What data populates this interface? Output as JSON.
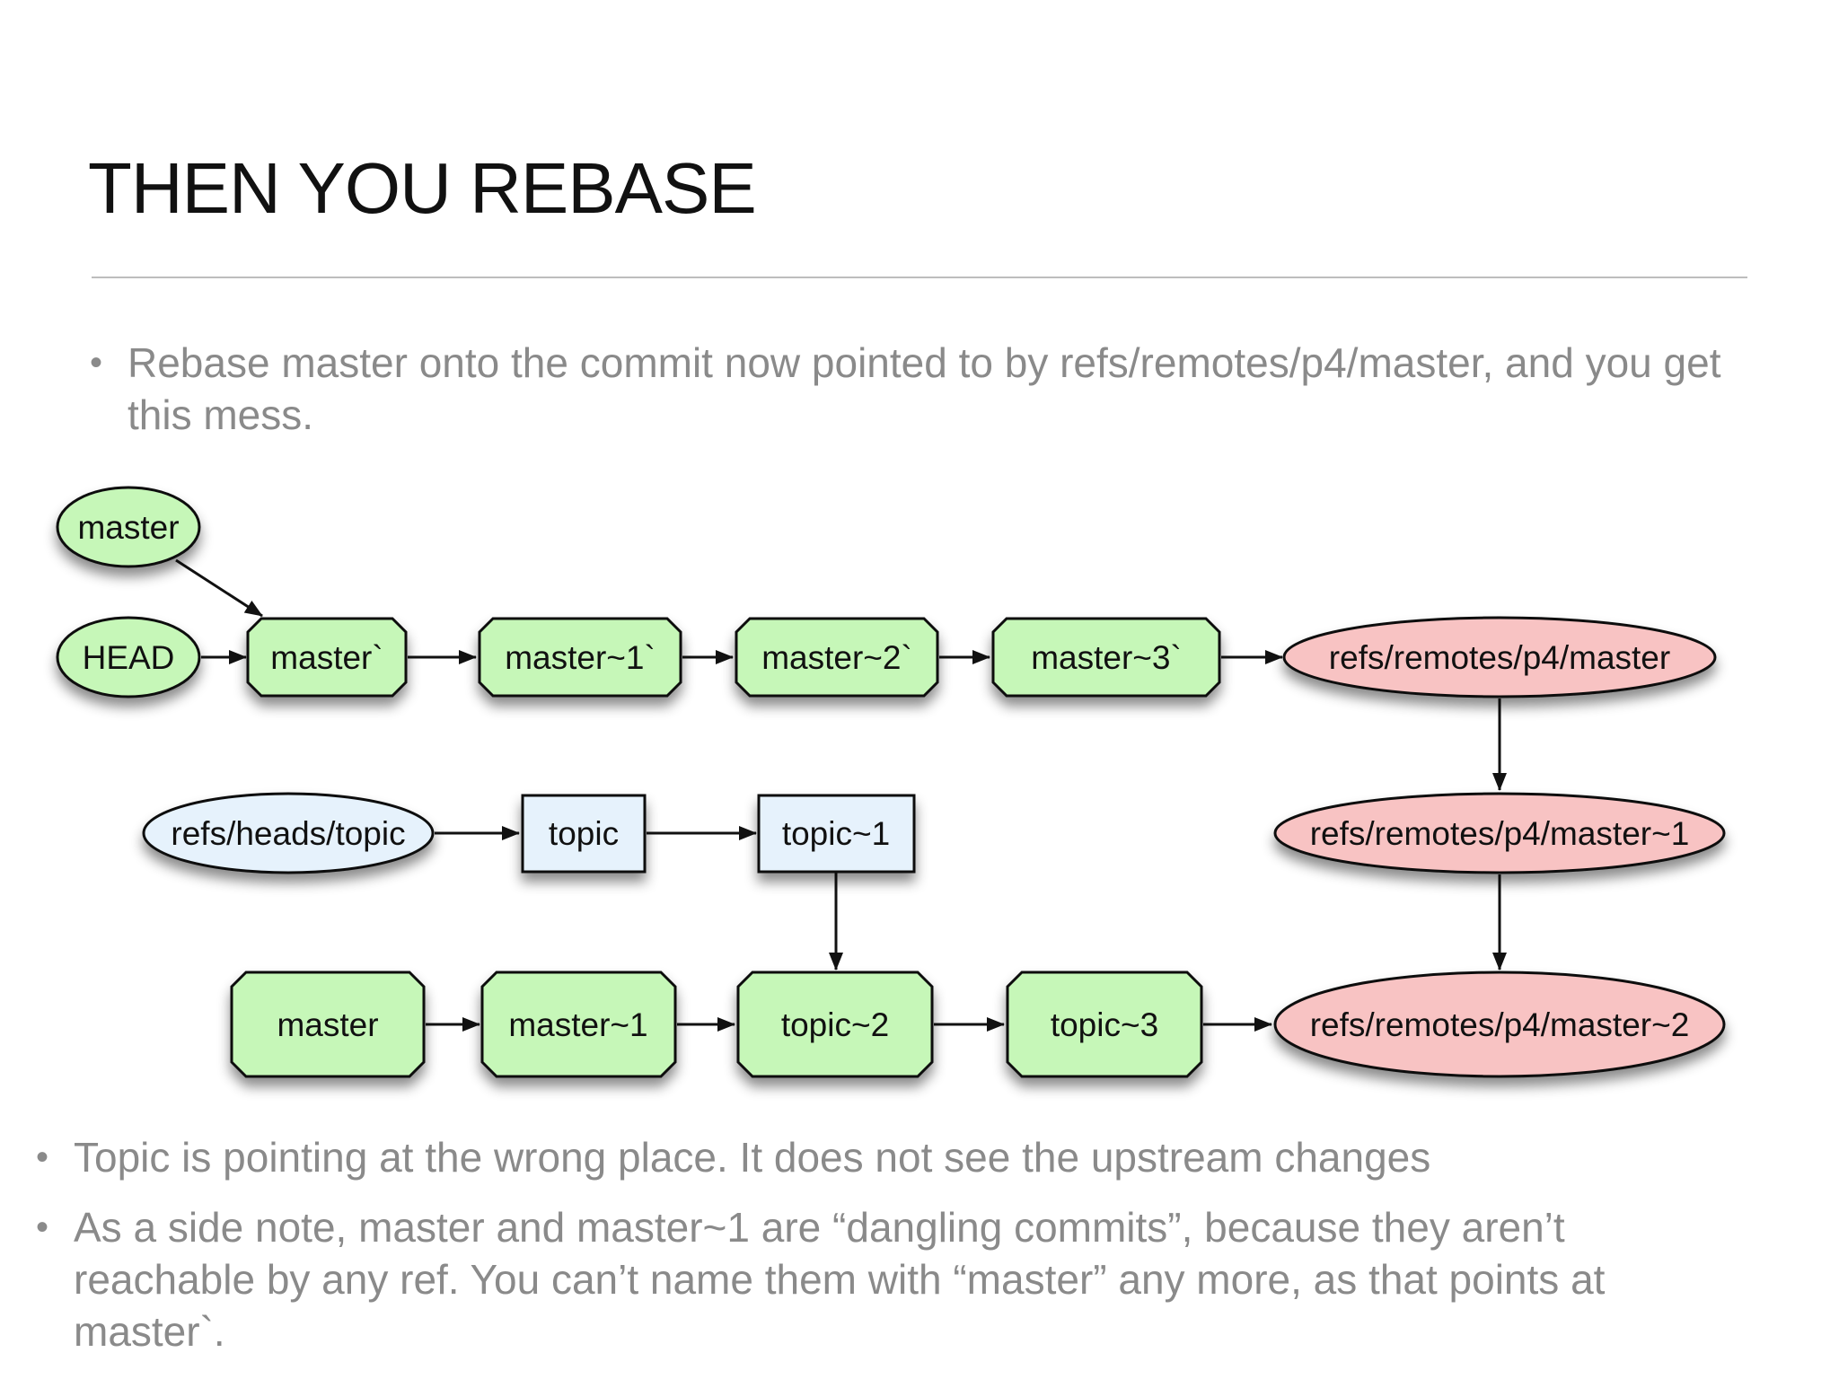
{
  "slide": {
    "title": "THEN YOU REBASE",
    "bullets": [
      "Rebase master onto the commit now pointed to by refs/remotes/p4/master, and you get this mess.",
      "Topic is pointing at the wrong place.  It does not see the upstream changes",
      "As a side note, master and master~1 are “dangling commits”, because they aren’t reachable by any ref.  You can’t name them with “master” any more, as that points at master`."
    ],
    "bullet_symbol": "•"
  },
  "colors": {
    "green_fill": "#c6f7b8",
    "blue_fill": "#e6f2fc",
    "red_fill": "#f8c3c3",
    "stroke": "#111111",
    "bullet_text": "#8a8a8a"
  },
  "diagram": {
    "nodes": {
      "master_ref": "master",
      "head": "HEAD",
      "master_backtick": "master`",
      "master1_backtick": "master~1`",
      "master2_backtick": "master~2`",
      "master3_backtick": "master~3`",
      "p4_master": "refs/remotes/p4/master",
      "heads_topic": "refs/heads/topic",
      "topic": "topic",
      "topic1": "topic~1",
      "p4_master1": "refs/remotes/p4/master~1",
      "master_old": "master",
      "master1_old": "master~1",
      "topic2": "topic~2",
      "topic3": "topic~3",
      "p4_master2": "refs/remotes/p4/master~2"
    }
  }
}
